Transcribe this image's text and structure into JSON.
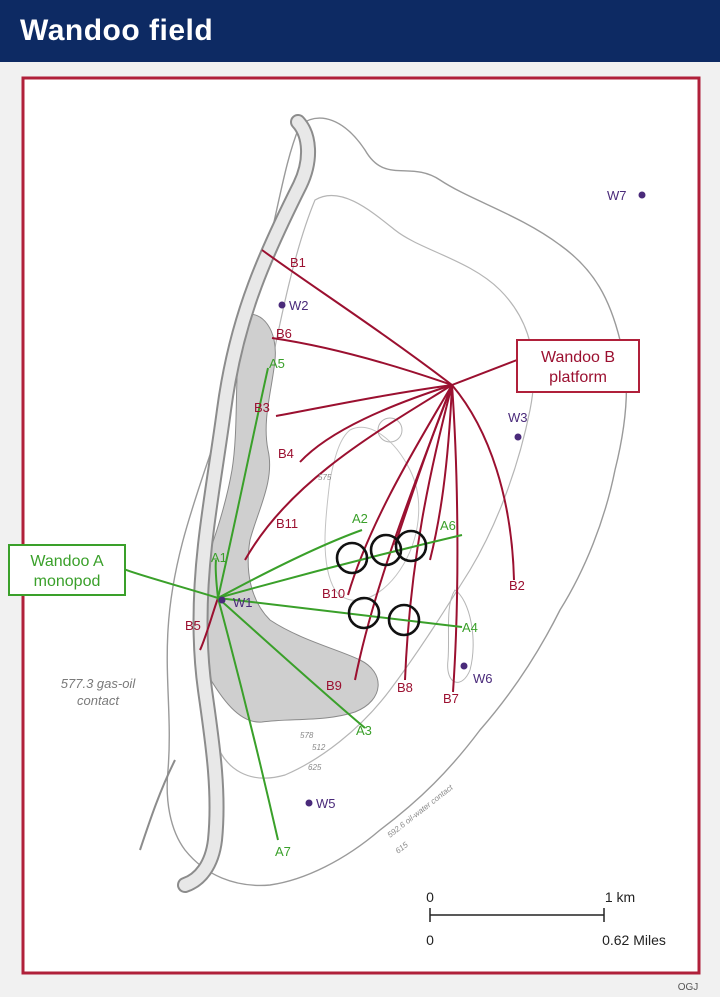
{
  "header": {
    "title": "Wandoo field"
  },
  "colors": {
    "header_bg": "#0d2a63",
    "frame": "#b0203a",
    "b_wells": "#9b1030",
    "a_wells": "#3aa02a",
    "exploration": "#4a2a7a"
  },
  "platform_b": {
    "line1": "Wandoo B",
    "line2": "platform"
  },
  "monopod_a": {
    "line1": "Wandoo A",
    "line2": "monopod"
  },
  "b_wells": [
    "B1",
    "B6",
    "B3",
    "B4",
    "B11",
    "B10",
    "B9",
    "B8",
    "B7",
    "B2"
  ],
  "a_wells": [
    "A5",
    "A1",
    "A2",
    "A6",
    "A4",
    "A3",
    "A7"
  ],
  "b5_label": "B5",
  "exploration_wells": [
    "W7",
    "W2",
    "W3",
    "W1",
    "W6",
    "W5"
  ],
  "gas_oil_contact": {
    "line1": "577.3 gas-oil",
    "line2": "contact"
  },
  "contour_labels": {
    "c575": "575",
    "c578": "578",
    "c512": "512",
    "c625": "625",
    "oil_water": "592.6 oil-water contact",
    "c615": "615"
  },
  "scale": {
    "km_start": "0",
    "km_end": "1 km",
    "mi_start": "0",
    "mi_end": "0.62 Miles"
  },
  "credit": "OGJ"
}
